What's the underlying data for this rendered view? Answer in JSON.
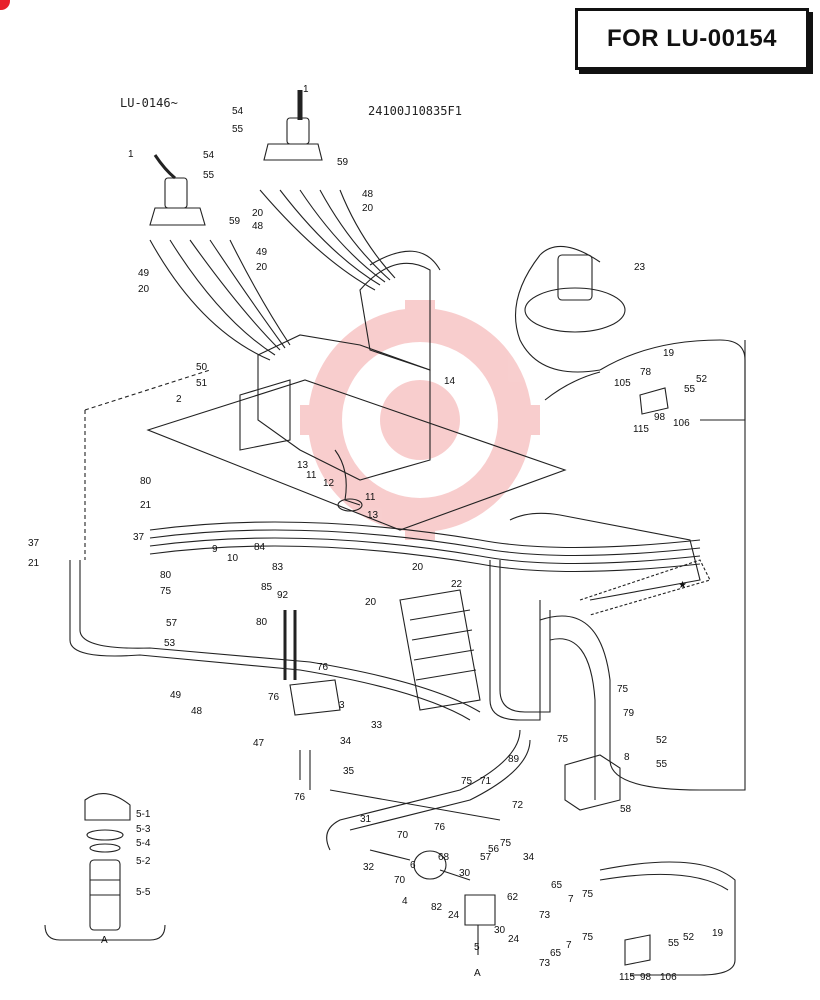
{
  "header": {
    "model_box": "FOR LU-00154",
    "serial_range": "LU-0146~",
    "part_number": "24100J10835F1"
  },
  "callouts": [
    {
      "id": "c1a",
      "text": "1"
    },
    {
      "id": "c54a",
      "text": "54"
    },
    {
      "id": "c55a",
      "text": "55"
    },
    {
      "id": "c1b",
      "text": "1"
    },
    {
      "id": "c54b",
      "text": "54"
    },
    {
      "id": "c55b",
      "text": "55"
    },
    {
      "id": "c59a",
      "text": "59"
    },
    {
      "id": "c48a",
      "text": "48"
    },
    {
      "id": "c20a",
      "text": "20"
    },
    {
      "id": "c20b",
      "text": "20"
    },
    {
      "id": "c48b",
      "text": "48"
    },
    {
      "id": "c59b",
      "text": "59"
    },
    {
      "id": "c49a",
      "text": "49"
    },
    {
      "id": "c49b",
      "text": "49"
    },
    {
      "id": "c20c",
      "text": "20"
    },
    {
      "id": "c20d",
      "text": "20"
    },
    {
      "id": "c23",
      "text": "23"
    },
    {
      "id": "c19a",
      "text": "19"
    },
    {
      "id": "c78",
      "text": "78"
    },
    {
      "id": "c52a",
      "text": "52"
    },
    {
      "id": "c105",
      "text": "105"
    },
    {
      "id": "c55c",
      "text": "55"
    },
    {
      "id": "c98a",
      "text": "98"
    },
    {
      "id": "c115a",
      "text": "115"
    },
    {
      "id": "c106a",
      "text": "106"
    },
    {
      "id": "c50",
      "text": "50"
    },
    {
      "id": "c51",
      "text": "51"
    },
    {
      "id": "c2",
      "text": "2"
    },
    {
      "id": "c14",
      "text": "14"
    },
    {
      "id": "c13a",
      "text": "13"
    },
    {
      "id": "c11a",
      "text": "11"
    },
    {
      "id": "c12",
      "text": "12"
    },
    {
      "id": "c11b",
      "text": "11"
    },
    {
      "id": "c13b",
      "text": "13"
    },
    {
      "id": "c80a",
      "text": "80"
    },
    {
      "id": "c21a",
      "text": "21"
    },
    {
      "id": "c37a",
      "text": "37"
    },
    {
      "id": "c37b",
      "text": "37"
    },
    {
      "id": "c21b",
      "text": "21"
    },
    {
      "id": "c9",
      "text": "9"
    },
    {
      "id": "c10",
      "text": "10"
    },
    {
      "id": "c84",
      "text": "84"
    },
    {
      "id": "c83",
      "text": "83"
    },
    {
      "id": "c80b",
      "text": "80"
    },
    {
      "id": "c85",
      "text": "85"
    },
    {
      "id": "c75a",
      "text": "75"
    },
    {
      "id": "c92",
      "text": "92"
    },
    {
      "id": "c57a",
      "text": "57"
    },
    {
      "id": "c53",
      "text": "53"
    },
    {
      "id": "c80c",
      "text": "80"
    },
    {
      "id": "c20e",
      "text": "20"
    },
    {
      "id": "c20f",
      "text": "20"
    },
    {
      "id": "c22",
      "text": "22"
    },
    {
      "id": "c49c",
      "text": "49"
    },
    {
      "id": "c48c",
      "text": "48"
    },
    {
      "id": "c76a",
      "text": "76"
    },
    {
      "id": "c76b",
      "text": "76"
    },
    {
      "id": "c3",
      "text": "3"
    },
    {
      "id": "c33",
      "text": "33"
    },
    {
      "id": "c47",
      "text": "47"
    },
    {
      "id": "c34a",
      "text": "34"
    },
    {
      "id": "c89",
      "text": "89"
    },
    {
      "id": "c75b",
      "text": "75"
    },
    {
      "id": "c75c",
      "text": "75"
    },
    {
      "id": "c79",
      "text": "79"
    },
    {
      "id": "c52b",
      "text": "52"
    },
    {
      "id": "c55d",
      "text": "55"
    },
    {
      "id": "c8",
      "text": "8"
    },
    {
      "id": "c58",
      "text": "58"
    },
    {
      "id": "c76c",
      "text": "76"
    },
    {
      "id": "c35",
      "text": "35"
    },
    {
      "id": "c75d",
      "text": "75"
    },
    {
      "id": "c71",
      "text": "71"
    },
    {
      "id": "c72",
      "text": "72"
    },
    {
      "id": "c76d",
      "text": "76"
    },
    {
      "id": "c56",
      "text": "56"
    },
    {
      "id": "c57b",
      "text": "57"
    },
    {
      "id": "c75e",
      "text": "75"
    },
    {
      "id": "c34b",
      "text": "34"
    },
    {
      "id": "c31",
      "text": "31"
    },
    {
      "id": "c70a",
      "text": "70"
    },
    {
      "id": "c68",
      "text": "68"
    },
    {
      "id": "c32",
      "text": "32"
    },
    {
      "id": "c6",
      "text": "6"
    },
    {
      "id": "c70b",
      "text": "70"
    },
    {
      "id": "c4",
      "text": "4"
    },
    {
      "id": "c82",
      "text": "82"
    },
    {
      "id": "c24a",
      "text": "24"
    },
    {
      "id": "c30a",
      "text": "30"
    },
    {
      "id": "c30b",
      "text": "30"
    },
    {
      "id": "c62",
      "text": "62"
    },
    {
      "id": "c65a",
      "text": "65"
    },
    {
      "id": "c73a",
      "text": "73"
    },
    {
      "id": "c7a",
      "text": "7"
    },
    {
      "id": "c75f",
      "text": "75"
    },
    {
      "id": "c24b",
      "text": "24"
    },
    {
      "id": "c7b",
      "text": "7"
    },
    {
      "id": "c75g",
      "text": "75"
    },
    {
      "id": "c65b",
      "text": "65"
    },
    {
      "id": "c73b",
      "text": "73"
    },
    {
      "id": "c5",
      "text": "5"
    },
    {
      "id": "cA1",
      "text": "A"
    },
    {
      "id": "c19b",
      "text": "19"
    },
    {
      "id": "c52c",
      "text": "52"
    },
    {
      "id": "c55e",
      "text": "55"
    },
    {
      "id": "c115b",
      "text": "115"
    },
    {
      "id": "c98b",
      "text": "98"
    },
    {
      "id": "c106b",
      "text": "106"
    },
    {
      "id": "c51d",
      "text": "5-1"
    },
    {
      "id": "c53d",
      "text": "5-3"
    },
    {
      "id": "c54d",
      "text": "5-4"
    },
    {
      "id": "c52d",
      "text": "5-2"
    },
    {
      "id": "c55d2",
      "text": "5-5"
    },
    {
      "id": "cA2",
      "text": "A"
    },
    {
      "id": "cstar",
      "text": "★"
    }
  ]
}
